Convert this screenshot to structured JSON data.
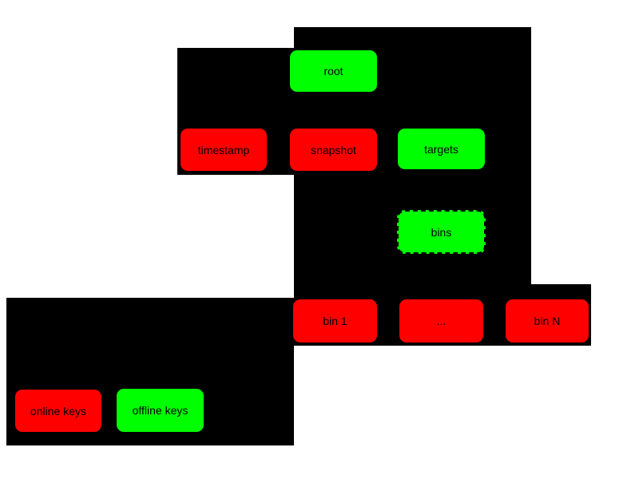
{
  "diagram": {
    "nodes": {
      "root": {
        "label": "root",
        "key_type": "offline"
      },
      "timestamp": {
        "label": "timestamp",
        "key_type": "online"
      },
      "snapshot": {
        "label": "snapshot",
        "key_type": "online"
      },
      "targets": {
        "label": "targets",
        "key_type": "offline"
      },
      "bins": {
        "label": "bins",
        "key_type": "offline",
        "border_style": "dashed"
      },
      "bin_1": {
        "label": "bin 1",
        "key_type": "online"
      },
      "bin_ellipsis": {
        "label": "...",
        "key_type": "online"
      },
      "bin_n": {
        "label": "bin N",
        "key_type": "online"
      }
    },
    "legend": {
      "online": {
        "label": "online keys",
        "color": "#ff0000"
      },
      "offline": {
        "label": "offline keys",
        "color": "#00ff00"
      }
    },
    "colors": {
      "online_key_fill": "#ff0000",
      "offline_key_fill": "#00ff00",
      "panel_background": "#000000",
      "page_background": "#ffffff",
      "label_text": "#000000"
    }
  }
}
